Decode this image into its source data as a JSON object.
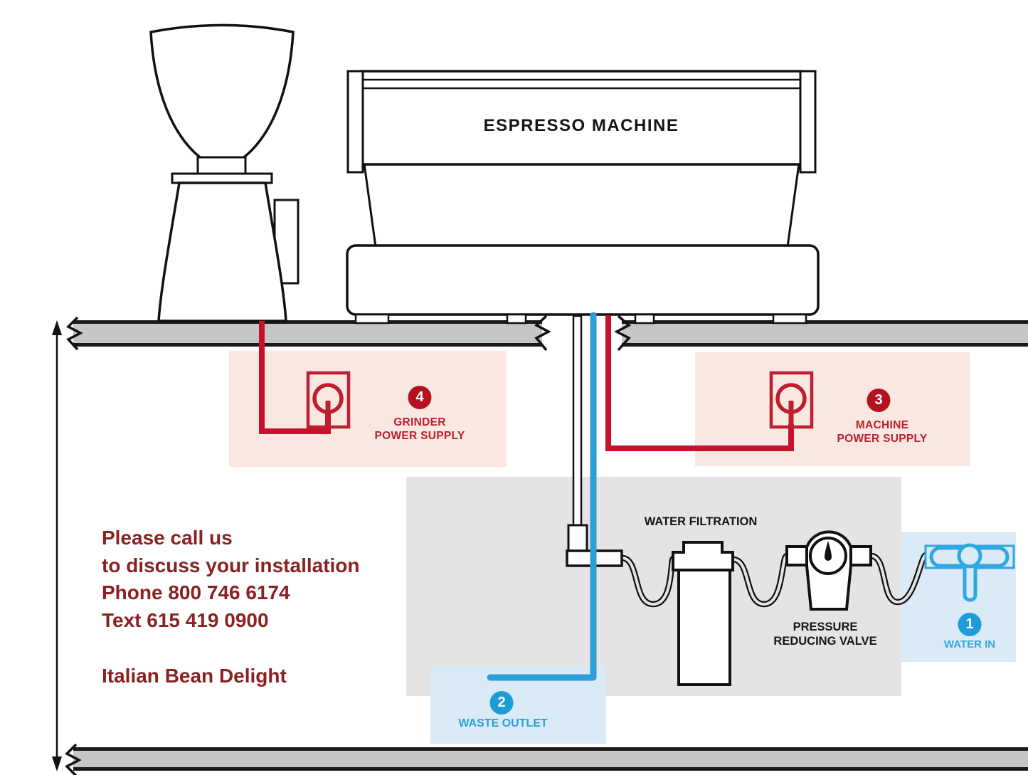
{
  "colors": {
    "power_red": "#C8102E",
    "outlet_red": "#BE1E2D",
    "badge_red": "#B5121F",
    "water_blue": "#2B9FD8",
    "valve_blue": "#2FA8E1",
    "badge_blue": "#1E9CD6",
    "contact_maroon": "#8B2222",
    "pink_panel": "#F8E8E1",
    "blue_panel": "#DAEAF6",
    "gray_panel": "#E4E4E4",
    "surface_gray": "#C6C6C6"
  },
  "machine": {
    "label": "ESPRESSO MACHINE"
  },
  "plumbing": {
    "water_filtration_label": "WATER FILTRATION",
    "pressure_valve_line1": "PRESSURE",
    "pressure_valve_line2": "REDUCING VALVE"
  },
  "steps": {
    "water_in": {
      "number": "1",
      "label": "WATER IN"
    },
    "waste_outlet": {
      "number": "2",
      "label": "WASTE OUTLET"
    },
    "machine_power": {
      "number": "3",
      "label_line1": "MACHINE",
      "label_line2": "POWER SUPPLY"
    },
    "grinder_power": {
      "number": "4",
      "label_line1": "GRINDER",
      "label_line2": "POWER SUPPLY"
    }
  },
  "contact": {
    "line1": "Please call us",
    "line2": "to discuss your installation",
    "line3": "Phone 800 746 6174",
    "line4": "Text 615 419 0900",
    "brand": "Italian Bean Delight"
  }
}
